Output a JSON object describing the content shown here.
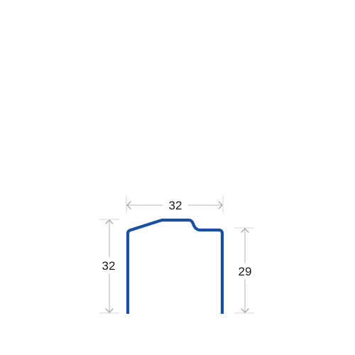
{
  "profile": {
    "name": "profile-outline",
    "color": "#1b4fa0"
  },
  "dimensions": {
    "width_top": {
      "label": "32"
    },
    "height_left": {
      "label": "32"
    },
    "height_right": {
      "label": "29"
    }
  },
  "colors": {
    "dimension_line": "#b5b5b5",
    "extension_line": "#d4d4d4",
    "text": "#1a1a1a"
  }
}
